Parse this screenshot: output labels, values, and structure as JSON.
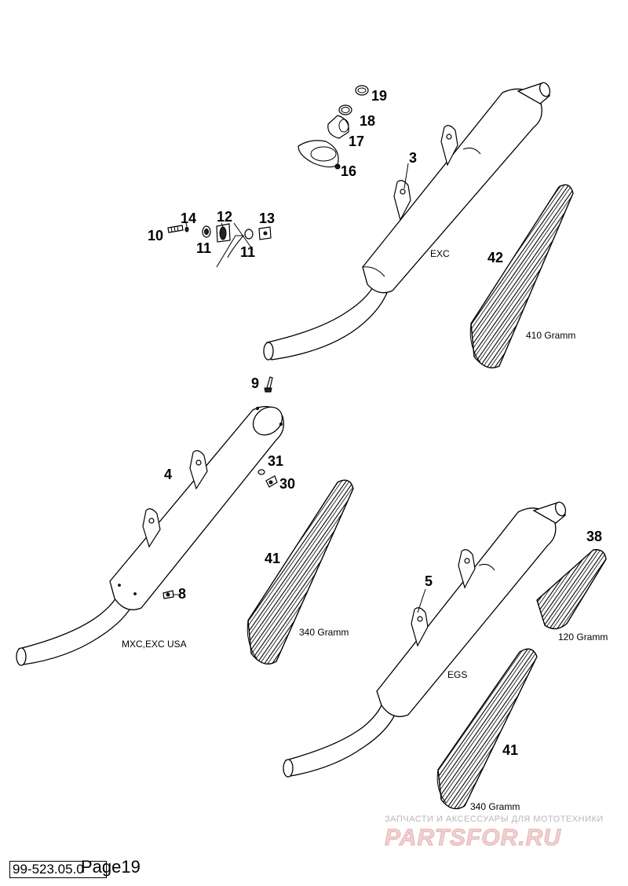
{
  "callouts": {
    "n3": "3",
    "n4": "4",
    "n5": "5",
    "n8": "8",
    "n9": "9",
    "n10": "10",
    "n11a": "11",
    "n11b": "11",
    "n12": "12",
    "n13": "13",
    "n14": "14",
    "n16": "16",
    "n17": "17",
    "n18": "18",
    "n19": "19",
    "n30": "30",
    "n31": "31",
    "n38": "38",
    "n41a": "41",
    "n41b": "41",
    "n42": "42"
  },
  "labels": {
    "exc": "EXC",
    "mxc_exc_usa": "MXC,EXC USA",
    "egs": "EGS",
    "w42": "410 Gramm",
    "w41a": "340 Gramm",
    "w41b": "340 Gramm",
    "w38": "120 Gramm"
  },
  "watermark": {
    "tagline": "ЗАПЧАСТИ И АКСЕССУАРЫ ДЛЯ МОТОТЕХНИКИ",
    "brand": "PARTSFOR.RU"
  },
  "footer": {
    "doc_number": "99-523.05.0",
    "page": "Page19"
  },
  "colors": {
    "line": "#000000",
    "watermark_brand": "#e2a8a8",
    "watermark_text": "#b8b8b8"
  }
}
